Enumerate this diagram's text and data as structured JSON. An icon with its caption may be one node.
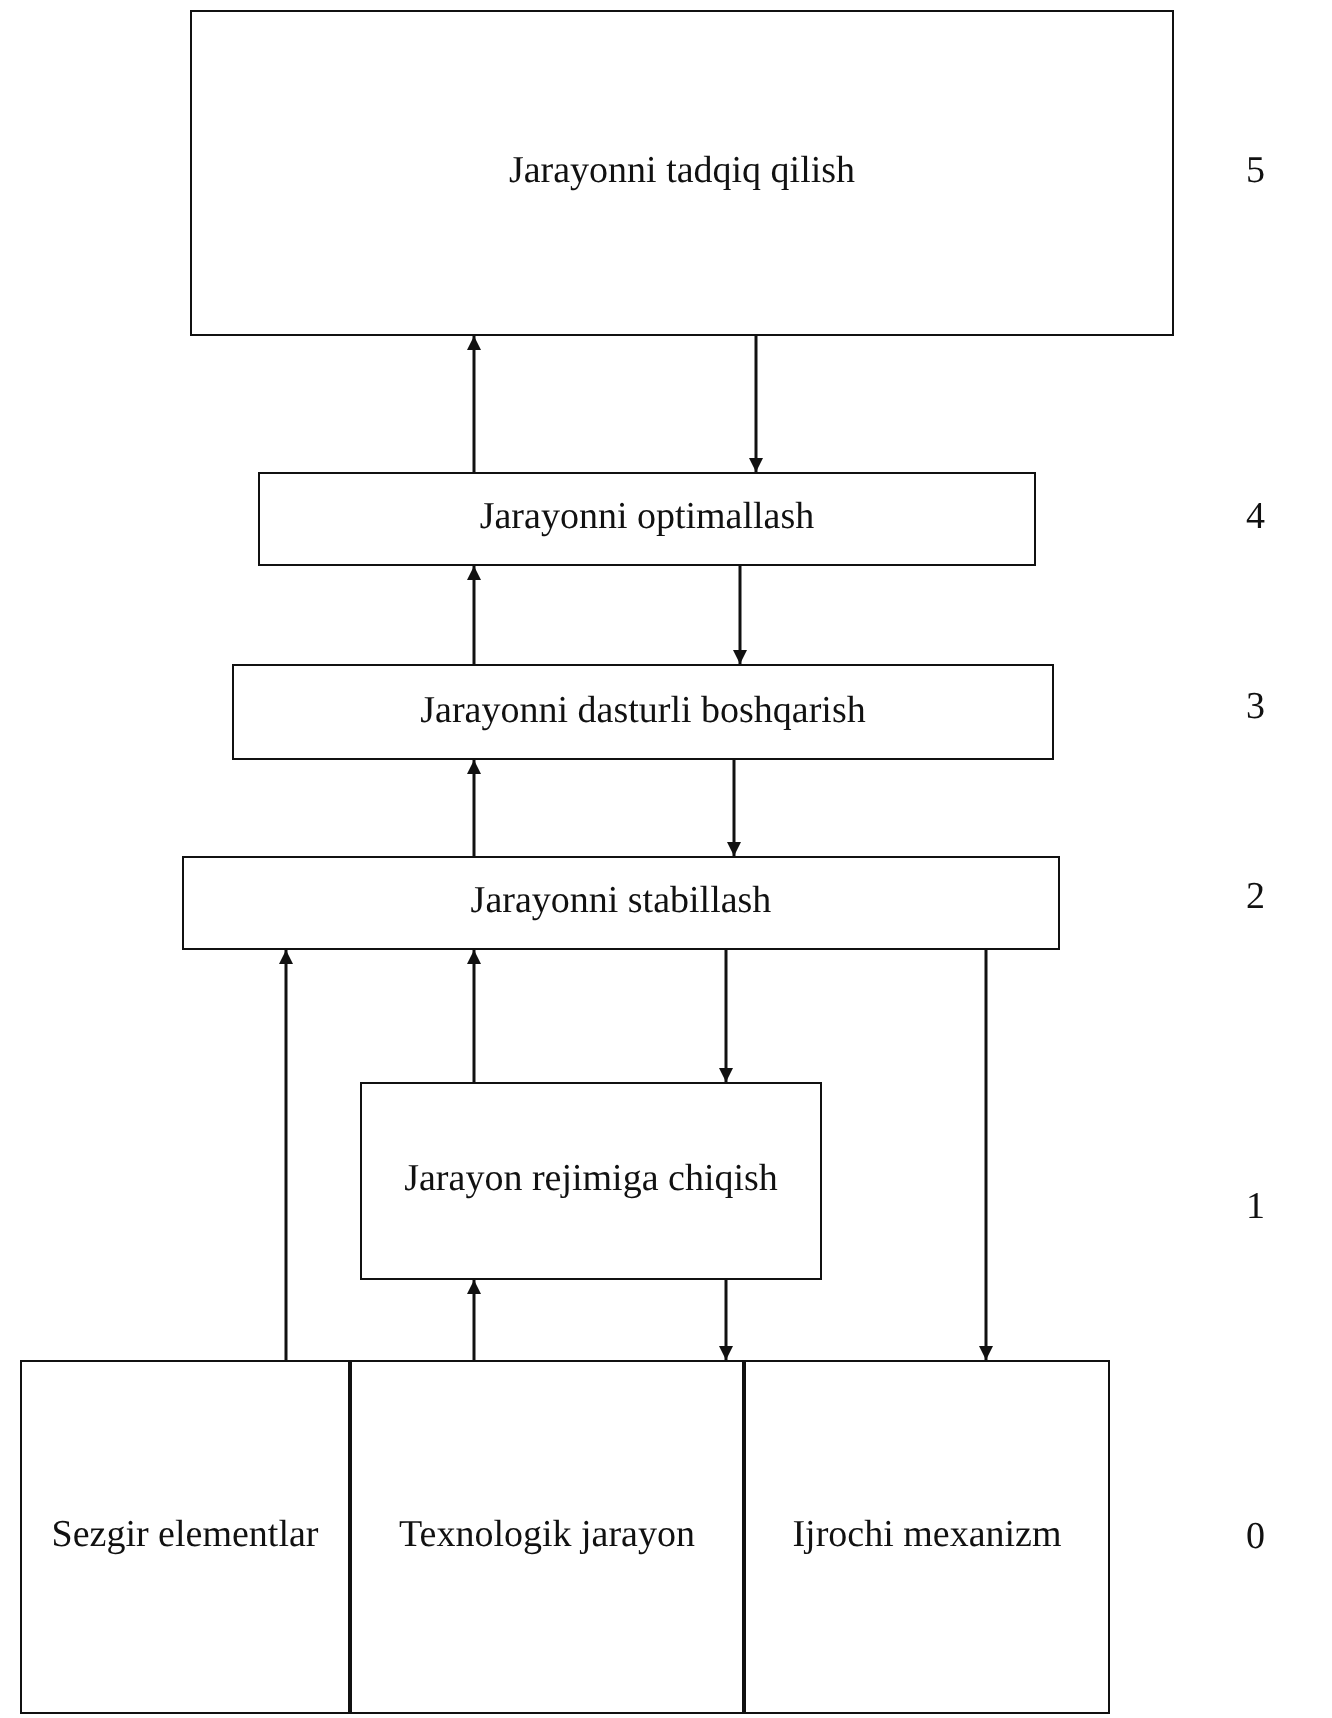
{
  "diagram": {
    "nodes": [
      {
        "text": [
          "Jarayonni tadqiq qilish"
        ]
      },
      {
        "text": [
          "Jarayonni optimallash"
        ]
      },
      {
        "text": [
          "Jarayonni dasturli boshqarish"
        ]
      },
      {
        "text": [
          "Jarayonni stabillash"
        ]
      },
      {
        "text": [
          "Jarayon rejimiga chiqish"
        ]
      },
      {
        "text": [
          "Sezgir elementlar"
        ]
      },
      {
        "text": [
          "Texnologik jarayon"
        ]
      },
      {
        "text": [
          "Ijrochi mexanizm"
        ]
      }
    ],
    "edges": [
      {
        "from": 1,
        "to": 0,
        "arrow": "to"
      },
      {
        "from": 0,
        "to": 1,
        "arrow": "to"
      },
      {
        "from": 2,
        "to": 1,
        "arrow": "to"
      },
      {
        "from": 1,
        "to": 2,
        "arrow": "to"
      },
      {
        "from": 3,
        "to": 2,
        "arrow": "to"
      },
      {
        "from": 2,
        "to": 3,
        "arrow": "to"
      },
      {
        "from": 5,
        "to": 3,
        "arrow": "to"
      },
      {
        "from": 4,
        "to": 3,
        "arrow": "to"
      },
      {
        "from": 3,
        "to": 4,
        "arrow": "to"
      },
      {
        "from": 3,
        "to": 7,
        "arrow": "to"
      },
      {
        "from": 6,
        "to": 4,
        "arrow": "to"
      },
      {
        "from": 4,
        "to": 6,
        "arrow": "to"
      }
    ],
    "labels": [
      "5",
      "4",
      "3",
      "2",
      "1",
      "0"
    ]
  }
}
